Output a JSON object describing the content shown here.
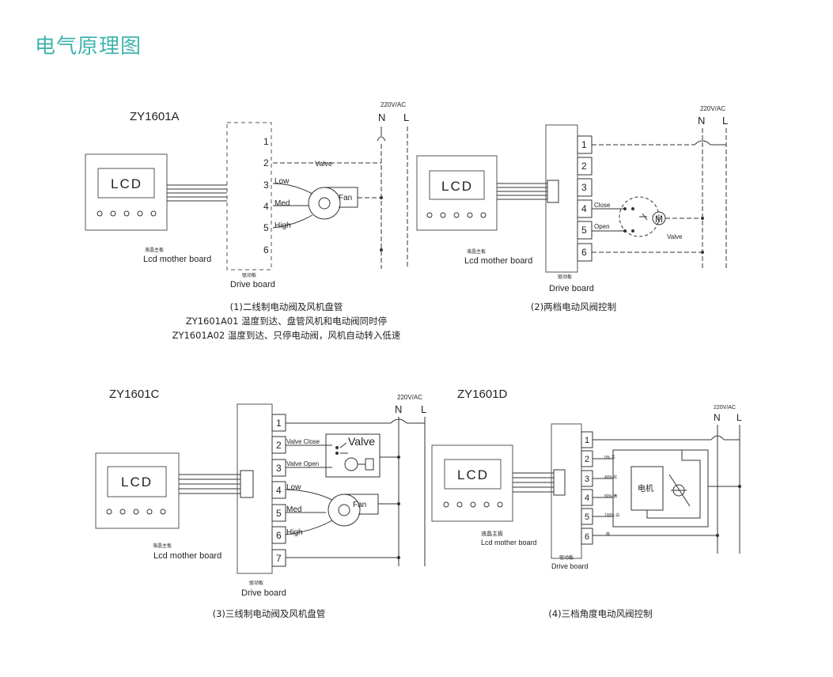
{
  "page_title": "电气原理图",
  "d1": {
    "model": "ZY1601A",
    "lcd": "LCD",
    "mother_cn": "液晶主板",
    "mother_en": "Lcd mother board",
    "drive_cn": "驱动板",
    "drive_en": "Drive board",
    "power": "220V/AC",
    "n": "N",
    "l": "L",
    "terminals": [
      "1",
      "2",
      "3",
      "4",
      "5",
      "6"
    ],
    "valve": "Valve",
    "low": "Low",
    "med": "Med",
    "high": "High",
    "fan": "Fan",
    "caption1": "(1)二线制电动阀及风机盘管",
    "caption2": "ZY1601A01 温度到达、盘管风机和电动阀同时停",
    "caption3": "ZY1601A02 温度到达、只停电动阀，风机自动转入低速"
  },
  "d2": {
    "lcd": "LCD",
    "mother_cn": "液晶主板",
    "mother_en": "Lcd mother board",
    "drive_cn": "驱动板",
    "drive_en": "Drive board",
    "power": "220V/AC",
    "n": "N",
    "l": "L",
    "terminals": [
      "1",
      "2",
      "3",
      "4",
      "5",
      "6"
    ],
    "close": "Close",
    "open": "Open",
    "m": "M",
    "valve": "Valve",
    "caption": "(2)两档电动风阀控制"
  },
  "d3": {
    "model": "ZY1601C",
    "lcd": "LCD",
    "mother_cn": "液晶主板",
    "mother_en": "Lcd mother board",
    "drive_cn": "驱动板",
    "drive_en": "Drive board",
    "power": "220V/AC",
    "n": "N",
    "l": "L",
    "terminals": [
      "1",
      "2",
      "3",
      "4",
      "5",
      "6",
      "7"
    ],
    "valve_close": "Valve Close",
    "valve_open": "Valve Open",
    "valve": "Valve",
    "low": "Low",
    "med": "Med",
    "high": "High",
    "fan": "Fan",
    "caption": "(3)三线制电动阀及风机盘管"
  },
  "d4": {
    "model": "ZY1601D",
    "lcd": "LCD",
    "mother_cn": "液晶主板",
    "mother_en": "Lcd mother board",
    "drive_cn": "驱动板",
    "drive_en": "Drive board",
    "power": "220V/AC",
    "n": "N",
    "l": "L",
    "terminals": [
      "1",
      "2",
      "3",
      "4",
      "5",
      "6"
    ],
    "wires": [
      "0% 关",
      "40% 红",
      "80% 黄",
      "100% 白",
      "棕"
    ],
    "motor": "电机",
    "caption": "(4)三档角度电动风阀控制"
  }
}
